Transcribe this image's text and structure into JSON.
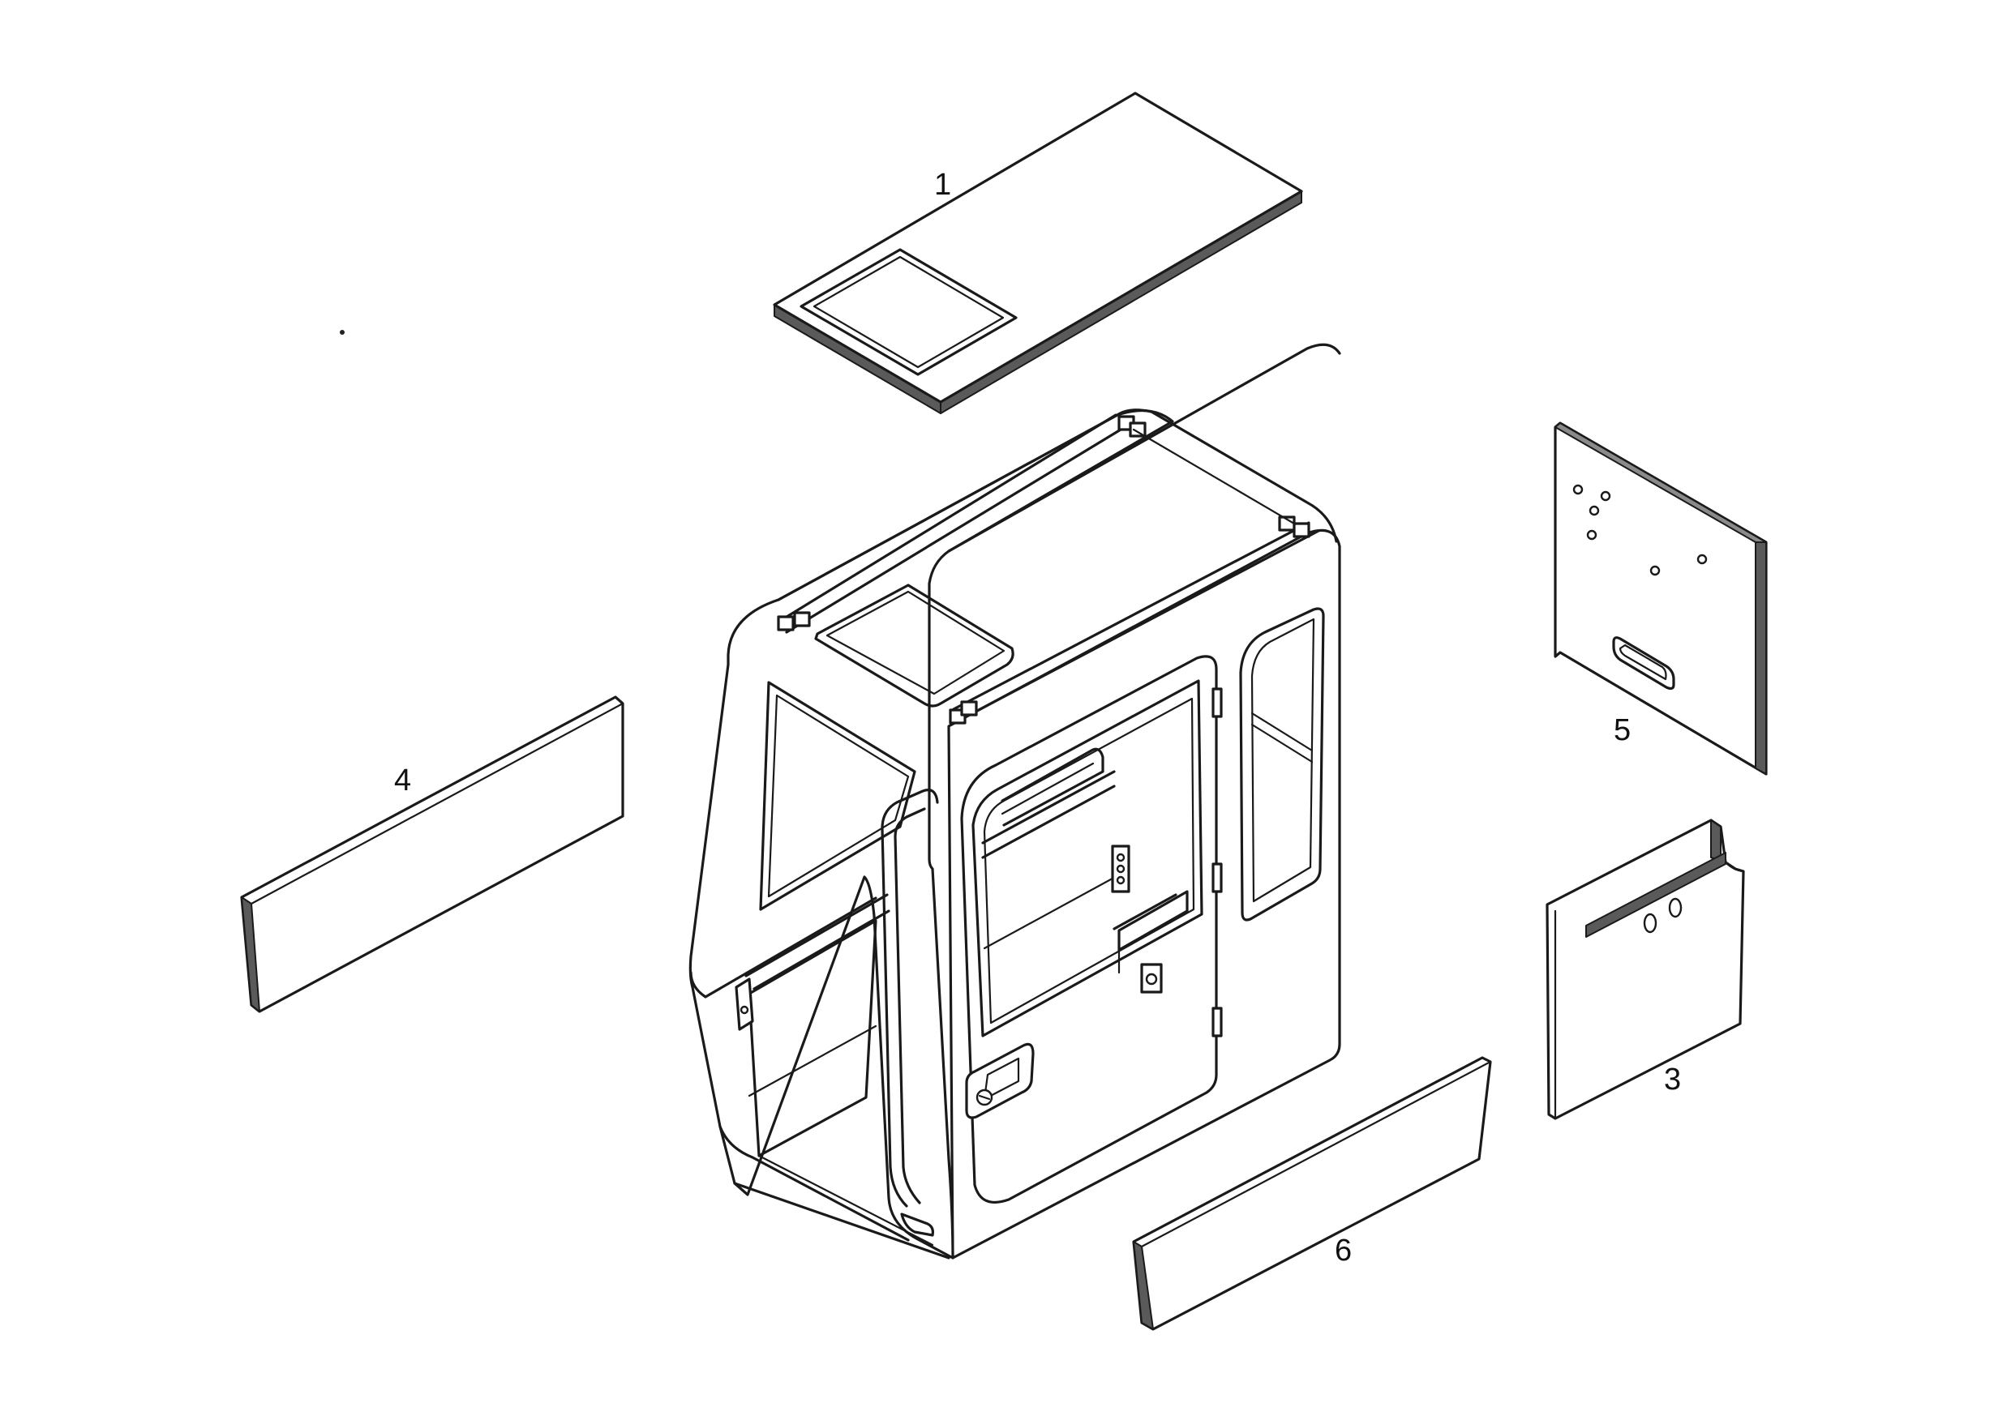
{
  "callouts": {
    "roof_panel": "1",
    "rear_panel": "3",
    "left_panel": "4",
    "side_panel": "5",
    "bottom_panel": "6"
  }
}
